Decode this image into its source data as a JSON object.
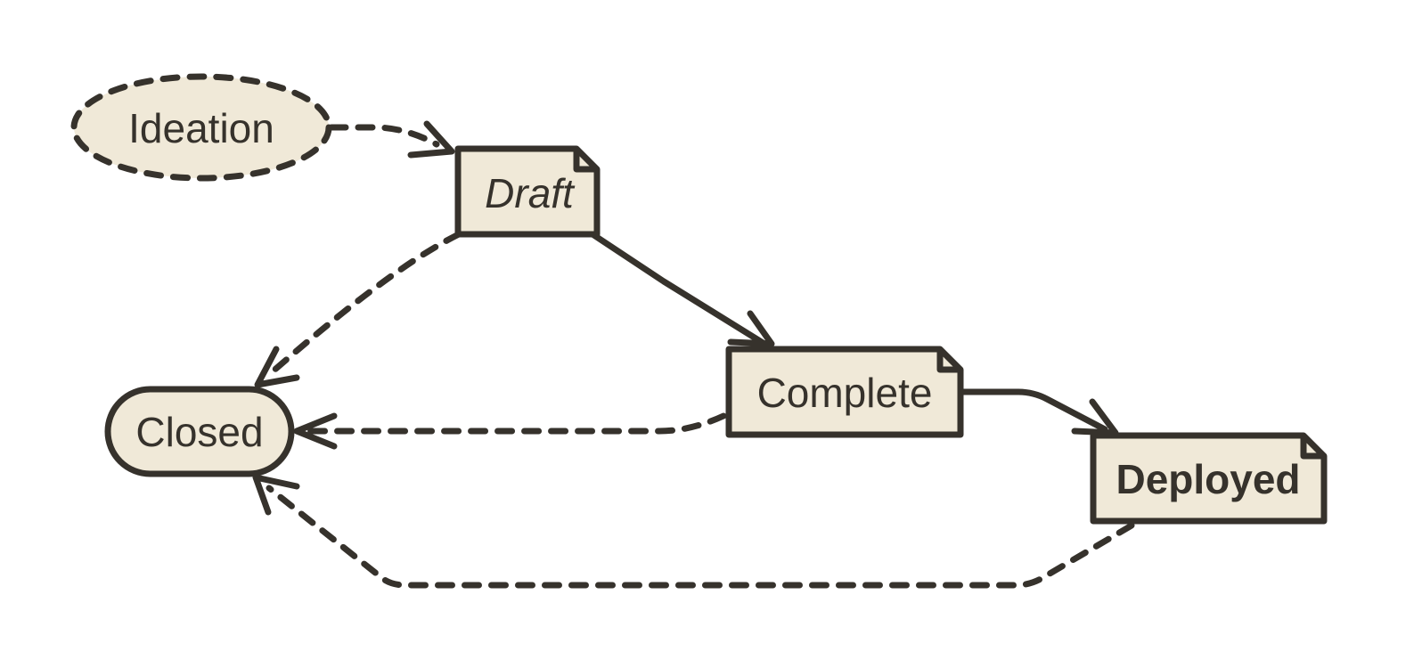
{
  "colors": {
    "stroke": "#36322c",
    "fill": "#f0e9d8",
    "background": "#ffffff"
  },
  "nodes": {
    "ideation": {
      "label": "Ideation"
    },
    "draft": {
      "label": "Draft"
    },
    "complete": {
      "label": "Complete"
    },
    "deployed": {
      "label": "Deployed"
    },
    "closed": {
      "label": "Closed"
    }
  },
  "edges": [
    {
      "from": "Ideation",
      "to": "Draft",
      "style": "dashed"
    },
    {
      "from": "Draft",
      "to": "Complete",
      "style": "solid"
    },
    {
      "from": "Complete",
      "to": "Deployed",
      "style": "solid"
    },
    {
      "from": "Draft",
      "to": "Closed",
      "style": "dashed"
    },
    {
      "from": "Complete",
      "to": "Closed",
      "style": "dashed"
    },
    {
      "from": "Deployed",
      "to": "Closed",
      "style": "dashed"
    }
  ]
}
